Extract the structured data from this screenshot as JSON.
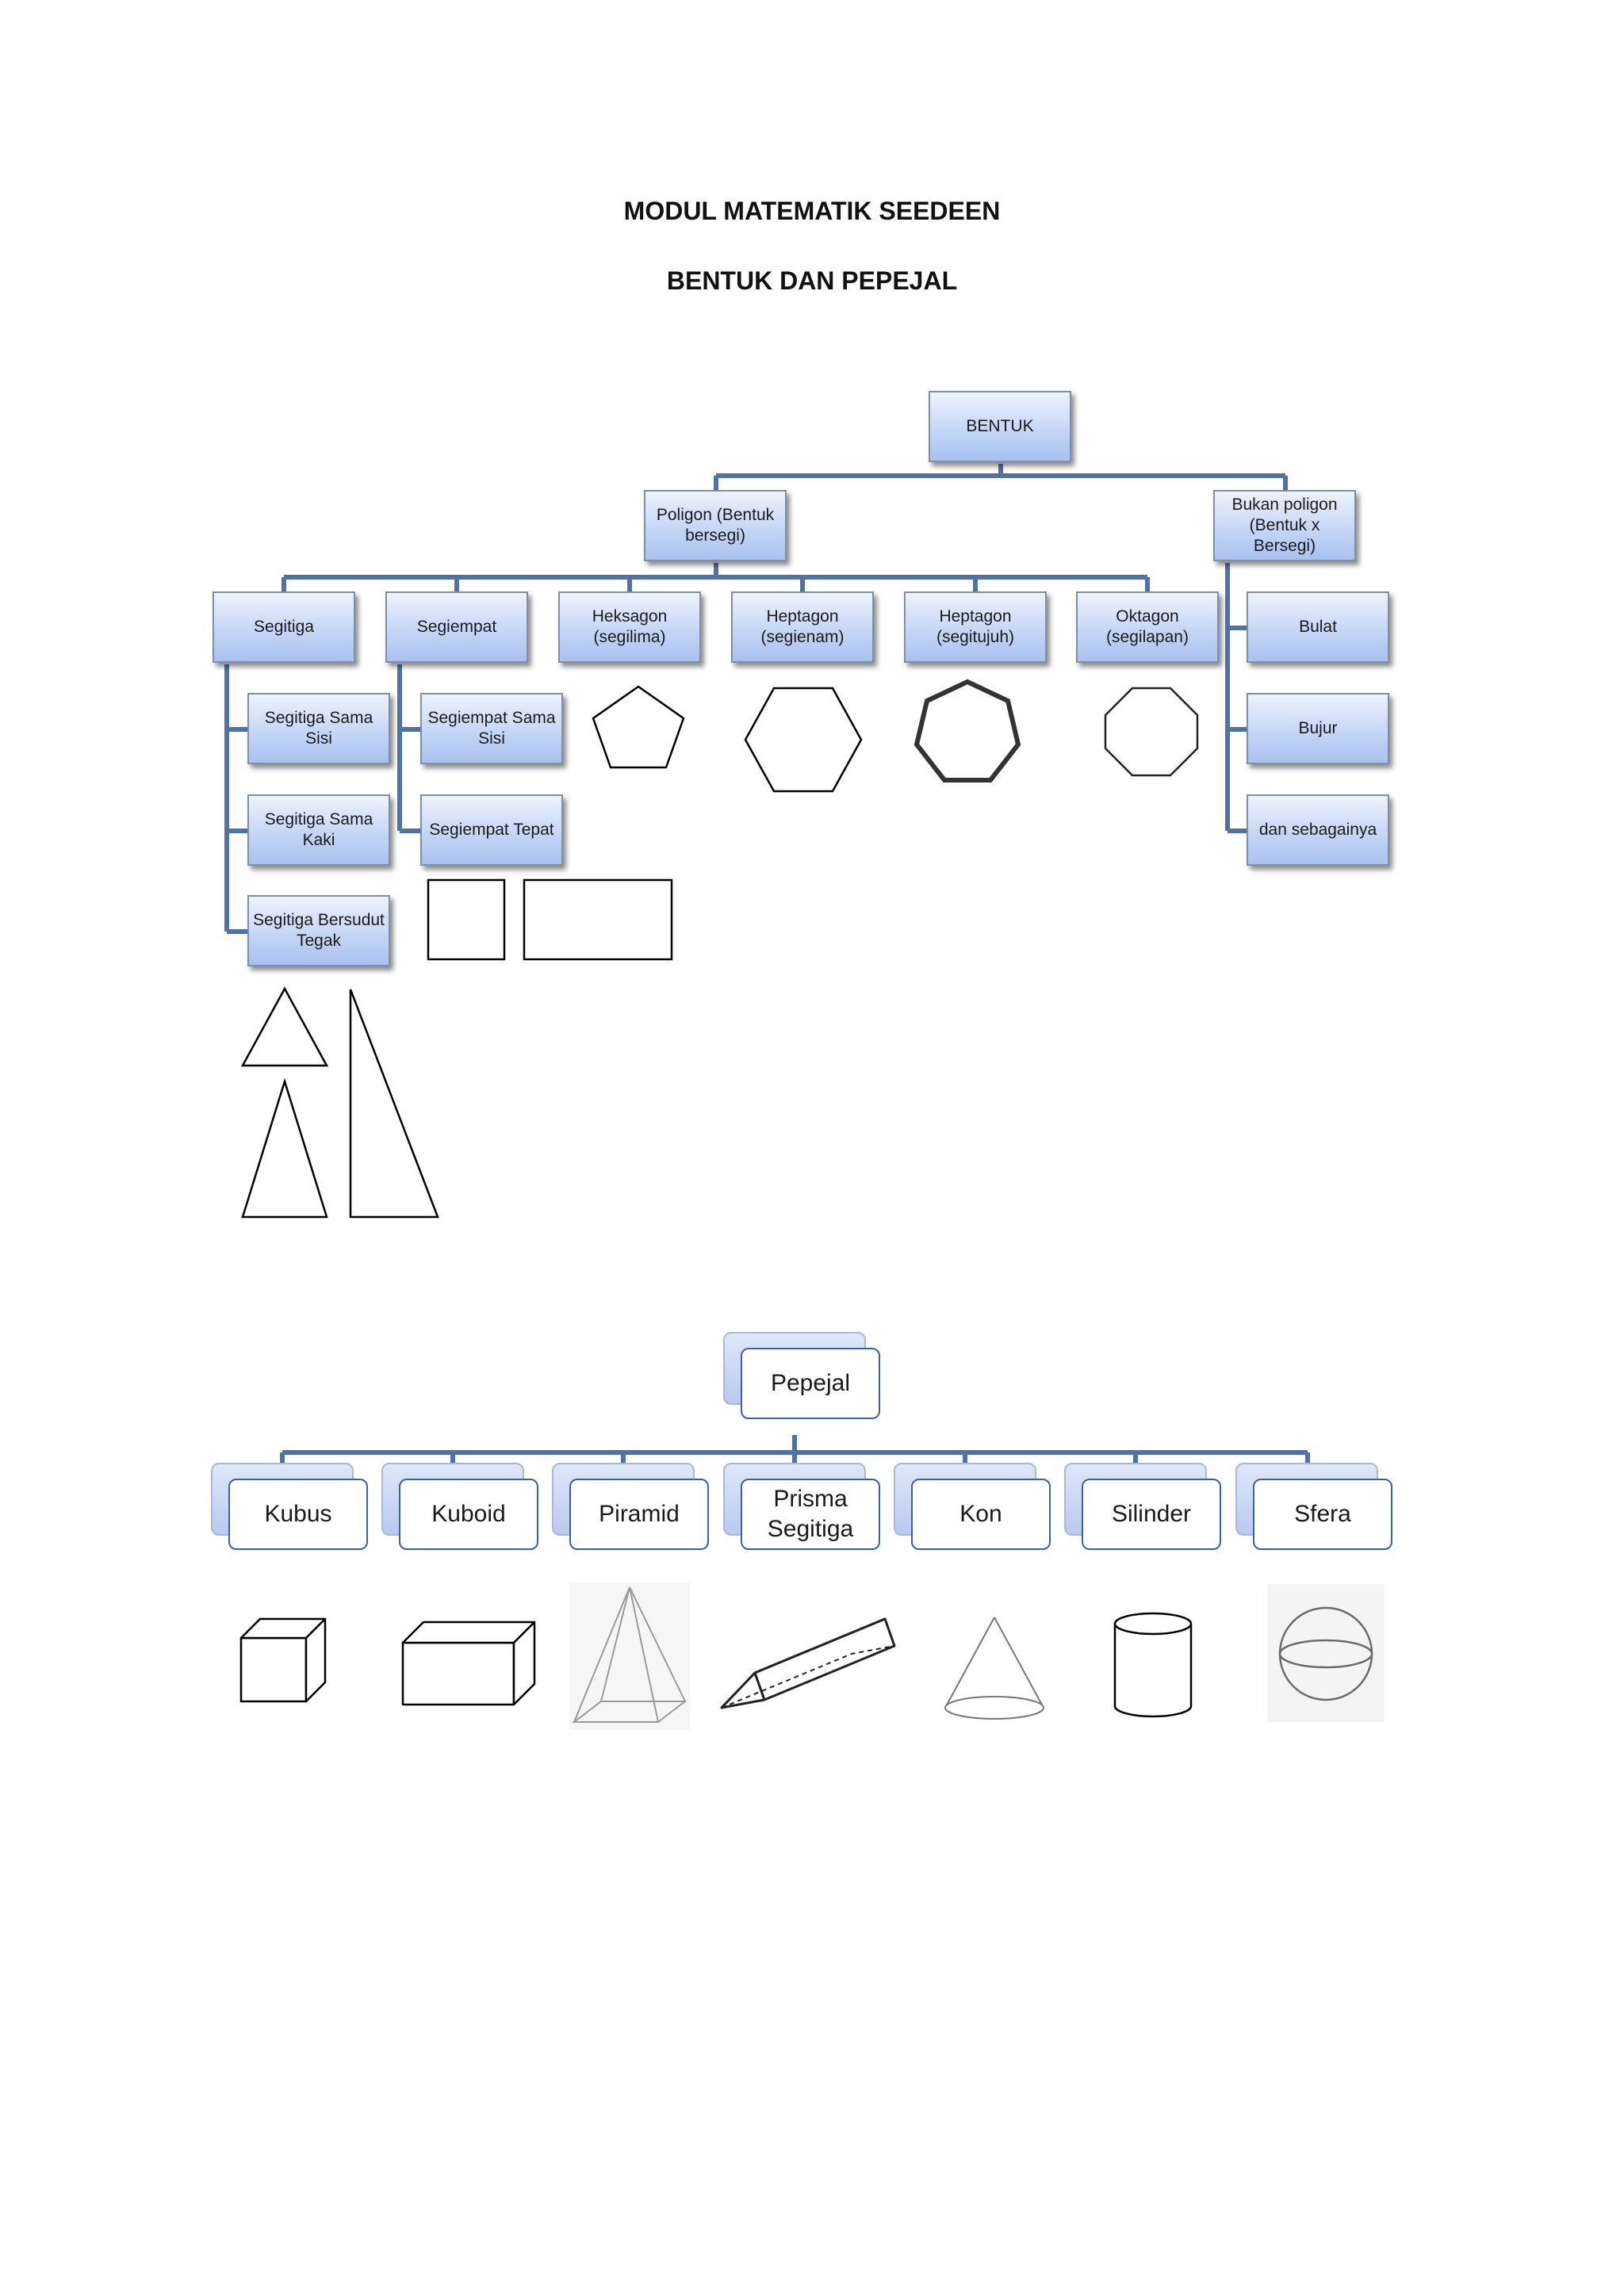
{
  "header": {
    "title": "MODUL MATEMATIK SEEDEEN",
    "subtitle": "BENTUK DAN PEPEJAL"
  },
  "bentuk_chart": {
    "root": "BENTUK",
    "poligon": "Poligon (Bentuk bersegi)",
    "bukan_poligon": "Bukan poligon (Bentuk x Bersegi)",
    "categories": [
      "Segitiga",
      "Segiempat",
      "Heksagon (segilima)",
      "Heptagon (segienam)",
      "Heptagon (segitujuh)",
      "Oktagon (segilapan)"
    ],
    "segitiga_types": [
      "Segitiga Sama Sisi",
      "Segitiga Sama Kaki",
      "Segitiga Bersudut Tegak"
    ],
    "segiempat_types": [
      "Segiempat Sama Sisi",
      "Segiempat Tepat"
    ],
    "bukan_poligon_types": [
      "Bulat",
      "Bujur",
      "dan sebagainya"
    ]
  },
  "pepejal_chart": {
    "root": "Pepejal",
    "items": [
      "Kubus",
      "Kuboid",
      "Piramid",
      "Prisma Segitiga",
      "Kon",
      "Silinder",
      "Sfera"
    ]
  },
  "colors": {
    "connector": "#4f72a8",
    "box_border": "#7f8fa6",
    "box_fill": "#c5d6f6",
    "pepejal_border": "#3e5fa2"
  }
}
